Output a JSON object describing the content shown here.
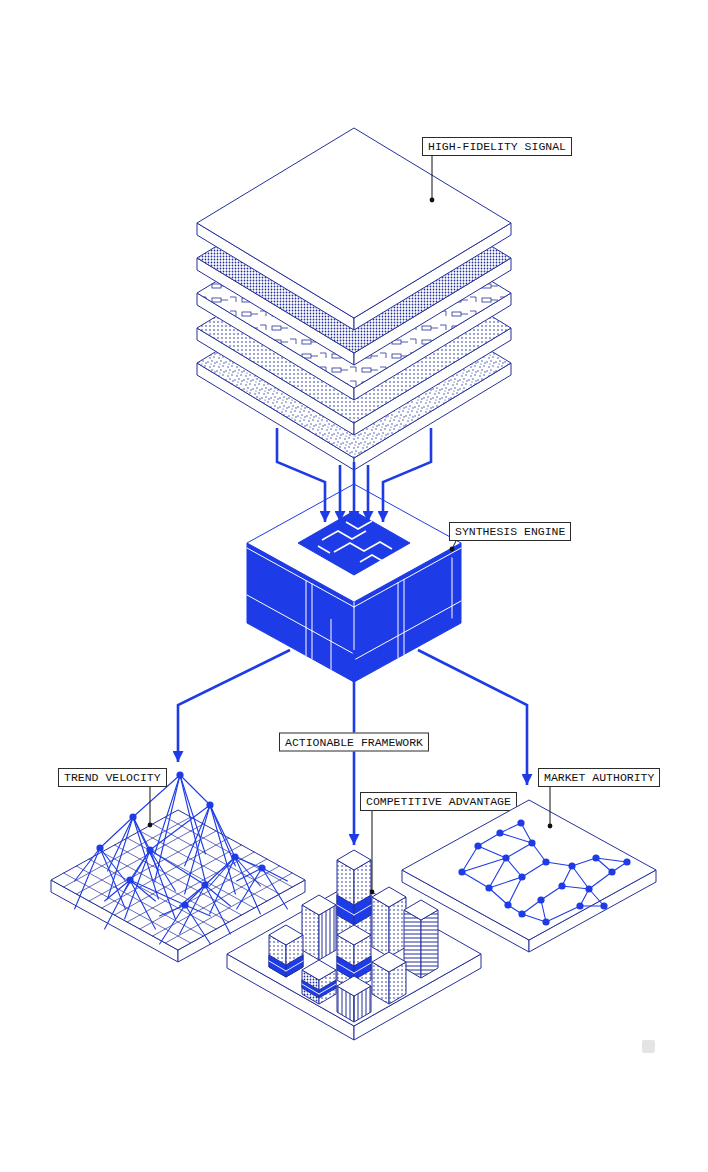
{
  "diagram": {
    "nodes": [
      {
        "text": [
          "HIGH-FIDELITY SIGNAL"
        ]
      },
      {
        "text": [
          "SYNTHESIS ENGINE"
        ]
      },
      {
        "text": [
          "TREND VELOCITY"
        ]
      },
      {
        "text": [
          "COMPETITIVE ADVANTAGE"
        ]
      },
      {
        "text": [
          "MARKET AUTHORITY"
        ]
      }
    ],
    "edges": [
      {
        "from": 0,
        "to": 1,
        "arrow": "to"
      },
      {
        "from": 1,
        "to": 2,
        "arrow": "to"
      },
      {
        "from": 1,
        "to": 3,
        "arrow": "to",
        "label": "ACTIONABLE FRAMEWORK"
      },
      {
        "from": 1,
        "to": 4,
        "arrow": "to"
      }
    ]
  }
}
